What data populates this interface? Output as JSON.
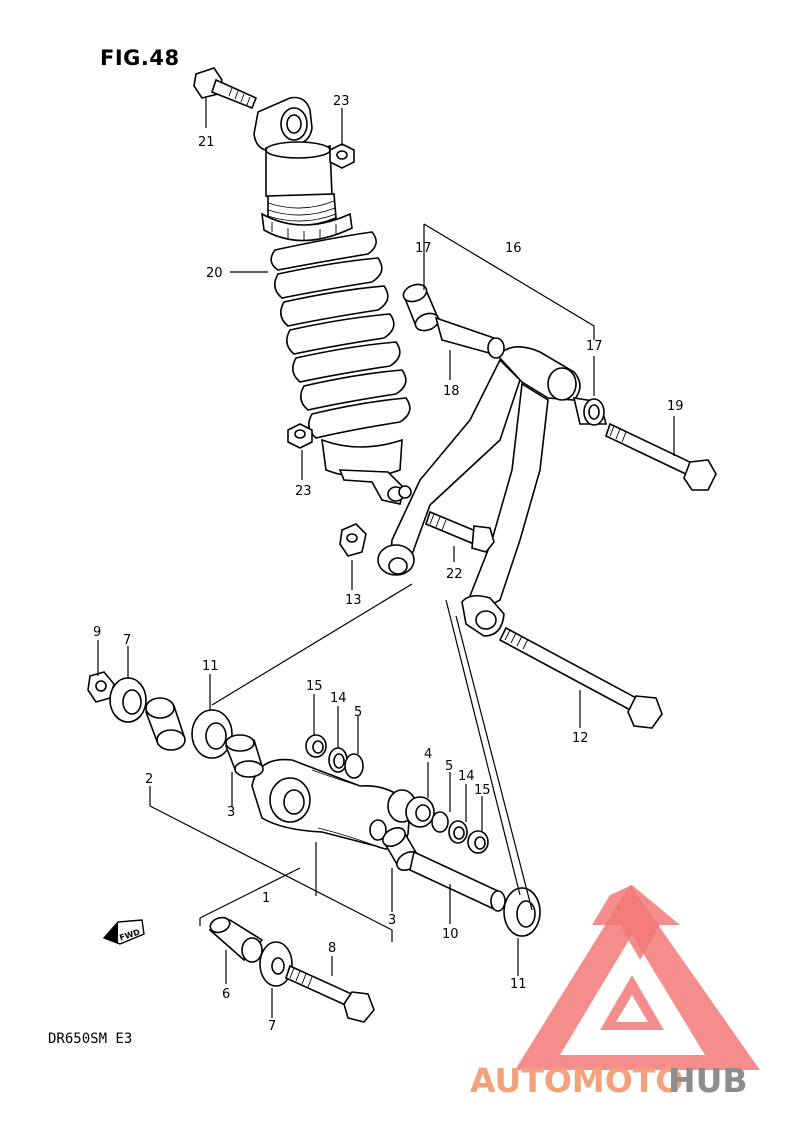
{
  "figure": {
    "title": "FIG.48",
    "model_code": "DR650SM  E3"
  },
  "watermark": {
    "text_auto": "AUTOMOTO",
    "text_hub": "HUB",
    "color_auto": "#f3a27c",
    "color_hub": "#8d8d8d",
    "color_logo": "#f26b6b"
  },
  "callouts": {
    "c1": "1",
    "c2": "2",
    "c3a": "3",
    "c3b": "3",
    "c4": "4",
    "c5a": "5",
    "c5b": "5",
    "c6": "6",
    "c7a": "7",
    "c7b": "7",
    "c8": "8",
    "c9": "9",
    "c10": "10",
    "c11a": "11",
    "c11b": "11",
    "c12": "12",
    "c13": "13",
    "c14a": "14",
    "c14b": "14",
    "c15a": "15",
    "c15b": "15",
    "c16": "16",
    "c17a": "17",
    "c17b": "17",
    "c18": "18",
    "c19": "19",
    "c20": "20",
    "c21": "21",
    "c22": "22",
    "c23a": "23",
    "c23b": "23"
  },
  "fwd_marker": {
    "text": "FWD",
    "icon": "fwd-arrow-icon"
  }
}
